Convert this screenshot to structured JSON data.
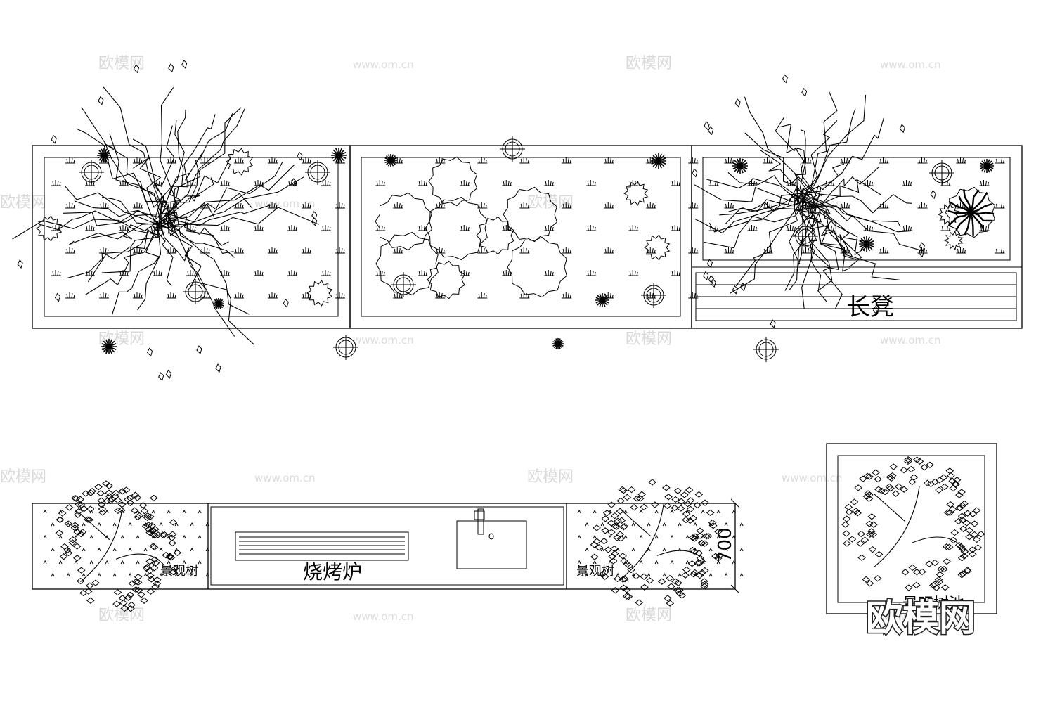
{
  "labels": {
    "bench": "长凳",
    "bbq": "烧烤炉",
    "tree_left": "景观树",
    "tree_right": "景观树",
    "dimension": "700",
    "pool": "景观树池"
  },
  "watermark": {
    "brand": "欧模网",
    "url": "www.om.cn"
  },
  "logo": "欧模网"
}
